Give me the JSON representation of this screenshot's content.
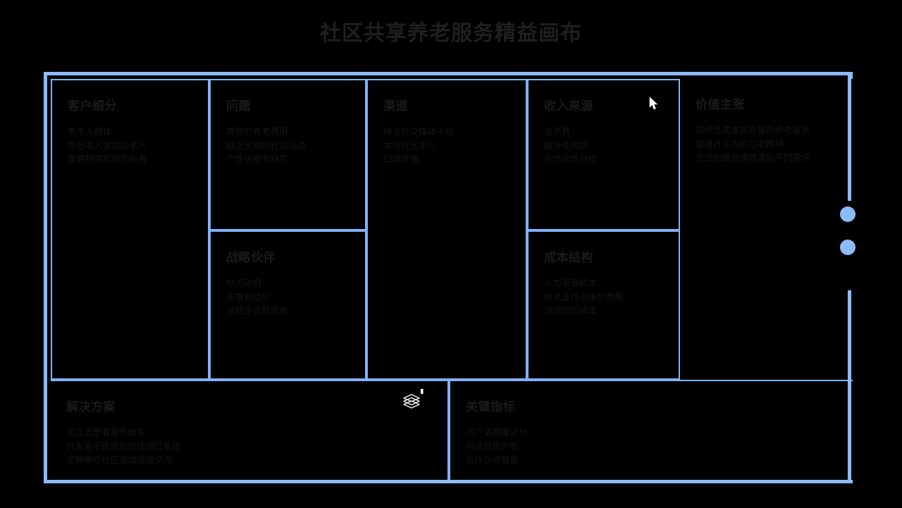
{
  "page": {
    "title": "社区共享养老服务精益画布",
    "accent_color": "#8cbbfa",
    "background_color": "#000000",
    "text_color": "#141414"
  },
  "panels": [
    {
      "id": "customer-segments",
      "title": "客户细分",
      "items": [
        "老年人群体",
        "中低收入家庭的老人",
        "需要特殊照顾的长者"
      ]
    },
    {
      "id": "problem",
      "title": "问题",
      "items": [
        "高昂的养老费用",
        "缺乏足够的社交活动",
        "个性化服务缺失"
      ]
    },
    {
      "id": "channels",
      "title": "渠道",
      "items": [
        "线上社交媒体平台",
        "本地社区中心",
        "口碑传播"
      ]
    },
    {
      "id": "revenue-streams",
      "title": "收入来源",
      "items": [
        "会员费",
        "服务使用费",
        "合作伙伴分成"
      ]
    },
    {
      "id": "value-proposition",
      "title": "价值主张",
      "items": [
        "提供低成本高质量的养老服务",
        "促进社区内的互助精神",
        "灵活的服务选项满足不同需求"
      ]
    },
    {
      "id": "key-partners",
      "title": "战略伙伴",
      "items": [
        "地方政府",
        "非营利组织",
        "当地企业赞助商"
      ]
    },
    {
      "id": "cost-structure",
      "title": "成本结构",
      "items": [
        "人力资源成本",
        "技术支持与维护费用",
        "活动组织成本"
      ]
    },
    {
      "id": "solution",
      "title": "解决方案",
      "items": [
        "建立志愿者服务体系",
        "开发易于使用的在线预订系统",
        "定期举办社区活动增进交流"
      ]
    },
    {
      "id": "key-metrics",
      "title": "关键指标",
      "items": [
        "用户满意度评分",
        "月活跃用户数",
        "合作伙伴数量"
      ]
    }
  ],
  "icons": {
    "layers": "layers-stack-icon",
    "cursor": "mouse-pointer-icon"
  },
  "rail": {
    "dots": 2,
    "dot_color": "#8cbbfa"
  }
}
